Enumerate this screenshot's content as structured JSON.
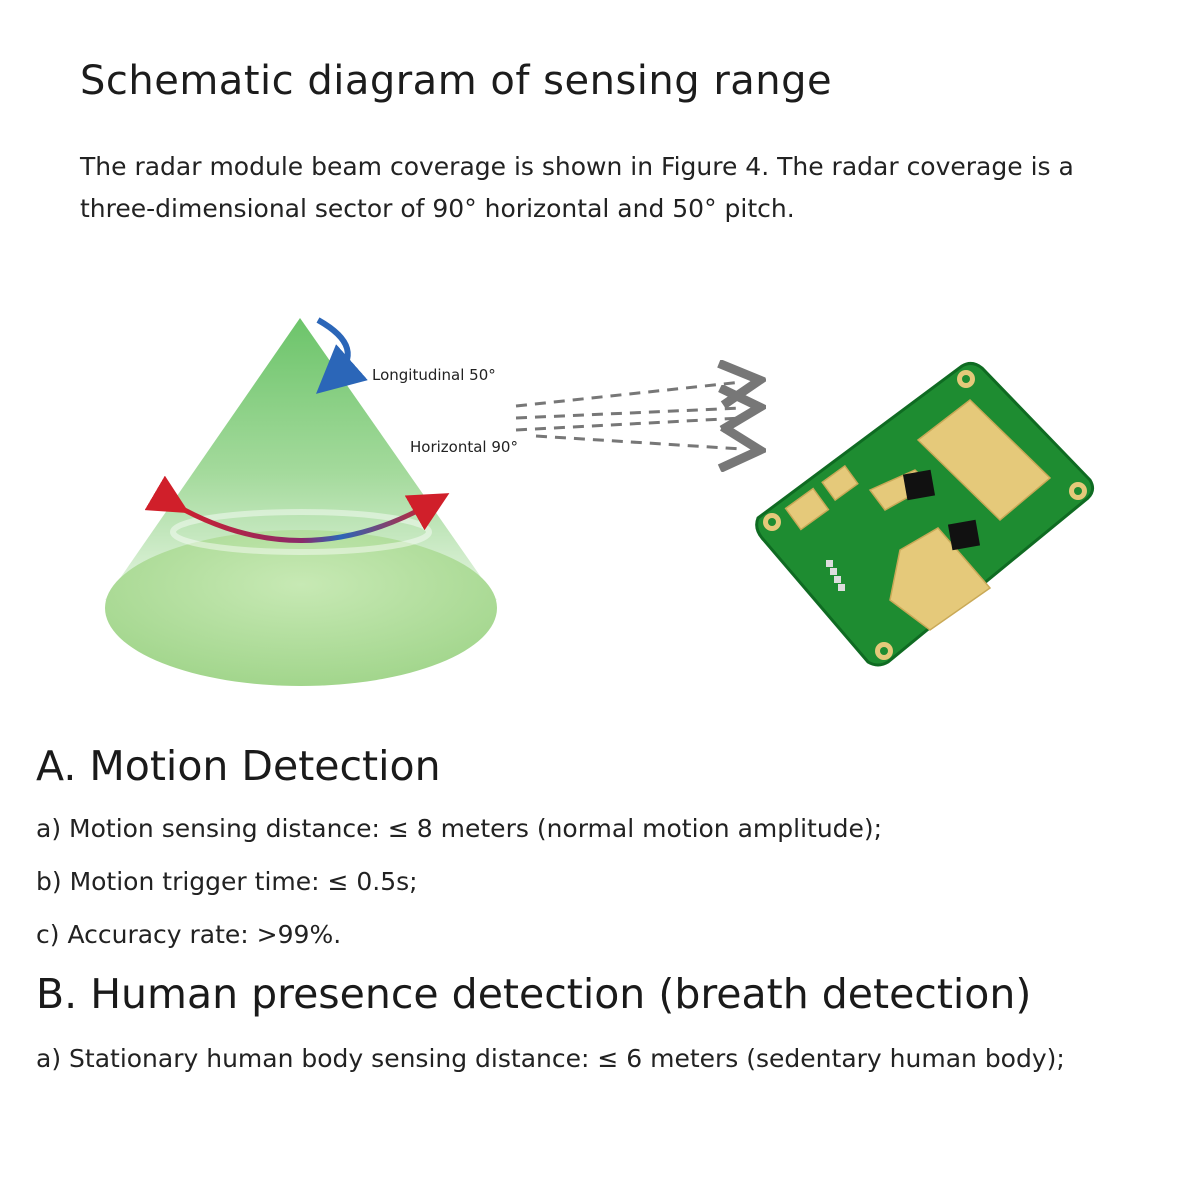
{
  "header": {
    "title": "Schematic diagram of sensing range",
    "intro": "The radar module beam coverage is shown in Figure 4. The radar coverage is a three-dimensional sector of 90° horizontal and 50° pitch."
  },
  "figure": {
    "label_longitudinal": "Longitudinal 50°",
    "label_horizontal": "Horizontal 90°",
    "colors": {
      "cone": "#8fd18a",
      "base": "#a9dc95",
      "arc_red": "#d01f2a",
      "arc_blue": "#2b66b8",
      "pcb_green": "#1b8a2e",
      "pcb_gold": "#e4c878"
    }
  },
  "sections": {
    "motion": {
      "heading": "A. Motion Detection",
      "items": [
        "a) Motion sensing distance: ≤ 8 meters (normal motion amplitude);",
        "b) Motion trigger time: ≤ 0.5s;",
        "c) Accuracy rate: >99%."
      ]
    },
    "presence": {
      "heading": "B. Human presence detection (breath detection)",
      "items": [
        "a) Stationary human body sensing distance: ≤ 6 meters (sedentary human body);"
      ]
    }
  }
}
